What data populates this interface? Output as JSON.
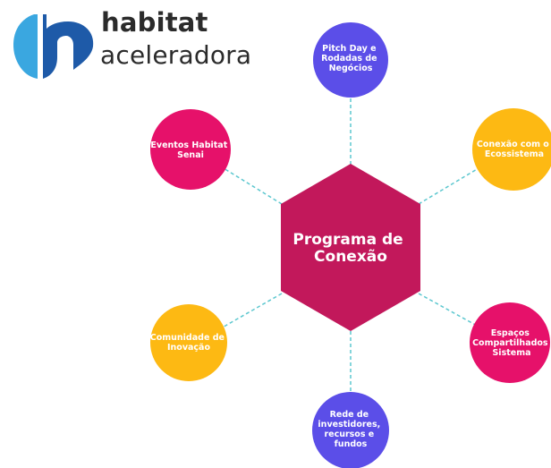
{
  "brand": {
    "line1": "habitat",
    "line2": "aceleradora"
  },
  "center": {
    "lines": [
      "Programa de",
      "Conexão"
    ],
    "color": "#c2185b"
  },
  "nodes": [
    {
      "id": "pitch",
      "lines": [
        "Pitch Day e",
        "Rodadas de",
        "Negócios"
      ],
      "color": "#5b4ee8"
    },
    {
      "id": "conexao-ecossistema",
      "lines": [
        "Conexão com o",
        "Ecossistema"
      ],
      "color": "#fdb913"
    },
    {
      "id": "espacos",
      "lines": [
        "Espaços",
        "Compartilhados",
        "Sistema"
      ],
      "color": "#e6116a"
    },
    {
      "id": "rede",
      "lines": [
        "Rede de",
        "investidores,",
        "recursos e",
        "fundos"
      ],
      "color": "#5b4ee8"
    },
    {
      "id": "comunidade",
      "lines": [
        "Comunidade de",
        "Inovação"
      ],
      "color": "#fdb913"
    },
    {
      "id": "eventos",
      "lines": [
        "Eventos Habitat",
        "Senai"
      ],
      "color": "#e6116a"
    }
  ],
  "colors": {
    "connector": "#5cc7cf",
    "logo_blue_dark": "#1e5aa8",
    "logo_blue_light": "#3aa7e0",
    "text_dark": "#2b2b2b"
  }
}
